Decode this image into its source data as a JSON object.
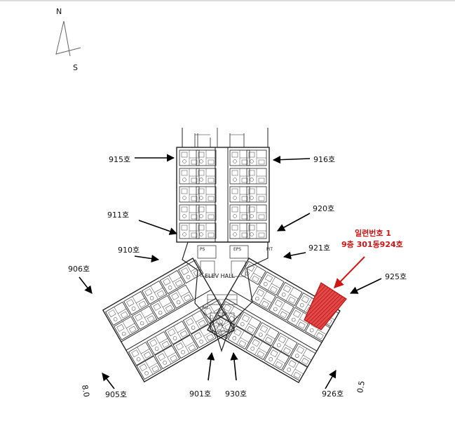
{
  "compass": {
    "north": "N",
    "south": "S"
  },
  "hall": {
    "elev_hall": "ELEV HALL",
    "ps": "PS",
    "eps": "EPS",
    "pit": "PIT",
    "au": "AU",
    "ps_lower": "PS"
  },
  "units": {
    "u915": "915호",
    "u916": "916호",
    "u911": "911호",
    "u920": "920호",
    "u910": "910호",
    "u921": "921호",
    "u906": "906호",
    "u925": "925호",
    "u905": "905호",
    "u901": "901호",
    "u930": "930호",
    "u926": "926호"
  },
  "highlight": {
    "line1": "일련번호 1",
    "line2": "9층 301동924호",
    "color": "#e02020"
  },
  "edge_marks": {
    "left": "8.0",
    "right": "0.5"
  },
  "colors": {
    "arrow": "#000000",
    "highlight_arrow": "#d01515",
    "plan_line": "#222222"
  }
}
